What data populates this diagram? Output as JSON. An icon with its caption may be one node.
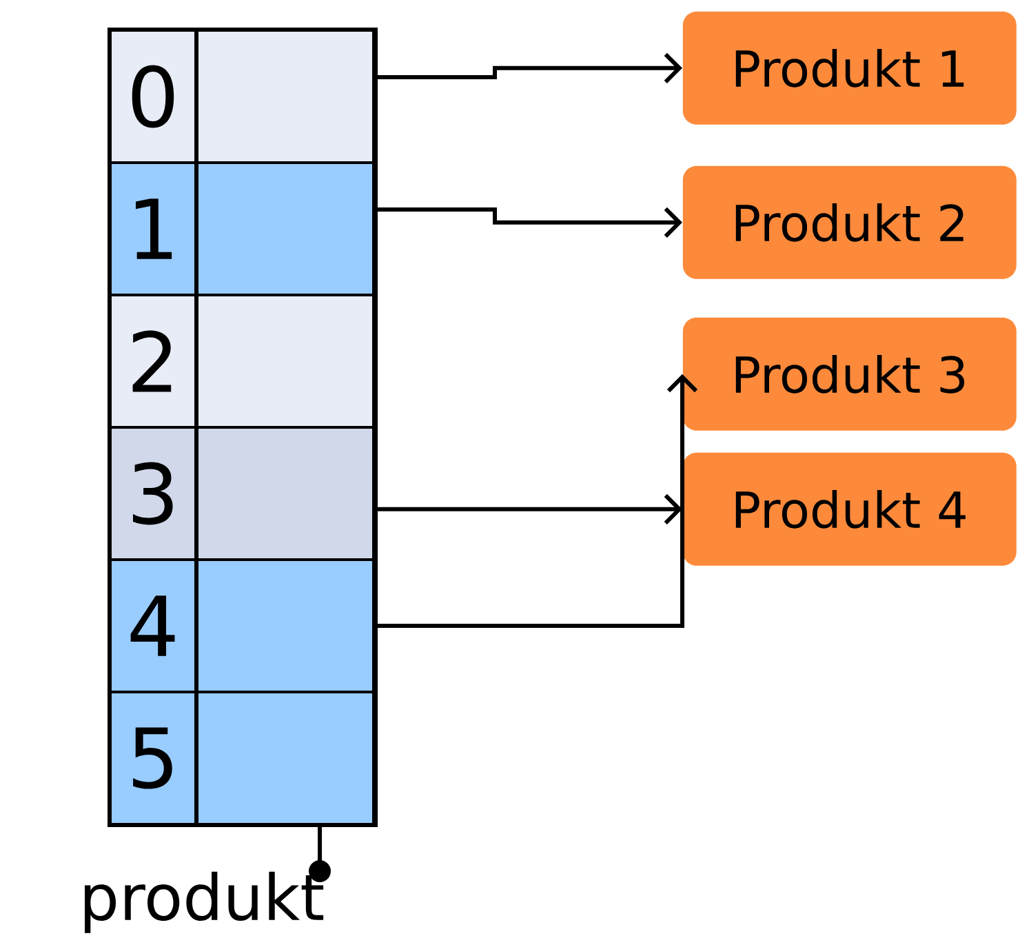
{
  "diagram": {
    "nodes": [
      {
        "text": [],
        "shape": "box"
      },
      {
        "text": [
          "0"
        ],
        "in": 0
      },
      {
        "text": [
          "1"
        ],
        "in": 0
      },
      {
        "text": [
          "2"
        ],
        "in": 0
      },
      {
        "text": [
          "3"
        ],
        "in": 0
      },
      {
        "text": [
          "4"
        ],
        "in": 0
      },
      {
        "text": [
          "5"
        ],
        "in": 0
      },
      {
        "text": [],
        "shape": "box",
        "in": 0
      },
      {
        "text": [],
        "shape": "box",
        "in": 0
      },
      {
        "text": [],
        "shape": "box",
        "in": 0
      },
      {
        "text": [],
        "shape": "box",
        "in": 0
      },
      {
        "text": [],
        "shape": "box",
        "in": 0
      },
      {
        "text": [],
        "shape": "box",
        "in": 0
      },
      {
        "text": [
          "Produkt 1"
        ]
      },
      {
        "text": [
          "Produkt 2"
        ]
      },
      {
        "text": [
          "Produkt 3"
        ]
      },
      {
        "text": [
          "Produkt 4"
        ]
      },
      {
        "text": [
          "produkt"
        ]
      }
    ],
    "edges": [
      {
        "from": 7,
        "to": 13,
        "arrow": "to"
      },
      {
        "from": 8,
        "to": 14,
        "arrow": "to"
      },
      {
        "from": 10,
        "to": 16,
        "arrow": "to"
      },
      {
        "from": 11,
        "to": 15,
        "arrow": "to"
      },
      {
        "from": 17,
        "to": 0,
        "arrow": "other"
      }
    ]
  }
}
